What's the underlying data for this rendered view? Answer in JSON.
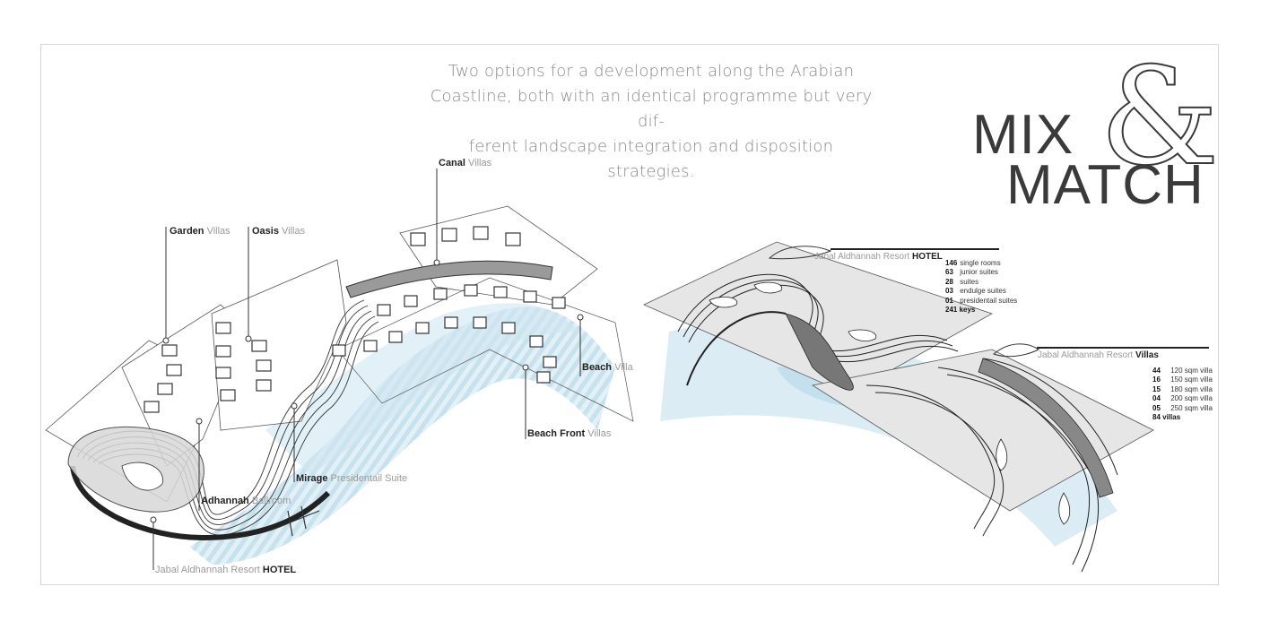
{
  "intro": {
    "lines": [
      "Two options for a development along the Arabian",
      "Coastline, both with an identical programme but very dif-",
      "ferent landscape integration and disposition strategies."
    ]
  },
  "brand": {
    "line1": "MIX",
    "ampersand": "&",
    "line2": "MATCH"
  },
  "left_labels": {
    "canal": {
      "bold": "Canal",
      "light": "Villas"
    },
    "garden": {
      "bold": "Garden",
      "light": "Villas"
    },
    "oasis": {
      "bold": "Oasis",
      "light": "Villas"
    },
    "beach": {
      "bold": "Beach",
      "light": "Villa"
    },
    "beach_front": {
      "bold": "Beach Front",
      "light": "Villas"
    },
    "mirage": {
      "bold": "Mirage",
      "light": "Presidentail Suite"
    },
    "adhannah": {
      "bold": "Adhannah",
      "light": "Ballroom"
    },
    "hotel": {
      "light": "Jabal Aldhannah Resort",
      "bold": "HOTEL"
    }
  },
  "right_hotel": {
    "title_light": "Jabal Aldhannah Resort",
    "title_bold": "HOTEL",
    "rows": [
      {
        "num": "146",
        "text": "single rooms"
      },
      {
        "num": "63",
        "text": "junior suites"
      },
      {
        "num": "28",
        "text": "suites"
      },
      {
        "num": "03",
        "text": "endulge suites"
      },
      {
        "num": "01",
        "text": "presidentail suites"
      }
    ],
    "total": "241 keys"
  },
  "right_villas": {
    "title_light": "Jabal Aldhannah Resort",
    "title_bold": "Villas",
    "rows": [
      {
        "num": "44",
        "text": "120 sqm villa"
      },
      {
        "num": "16",
        "text": "150 sqm villa"
      },
      {
        "num": "15",
        "text": "180 sqm villa"
      },
      {
        "num": "04",
        "text": "200 sqm villa"
      },
      {
        "num": "05",
        "text": "250 sqm villa"
      }
    ],
    "total": "84 villas"
  },
  "colors": {
    "water": "#bfe0ee",
    "ink": "#222222",
    "muted": "#9a9a9a",
    "deck": "#e6e6e6"
  }
}
